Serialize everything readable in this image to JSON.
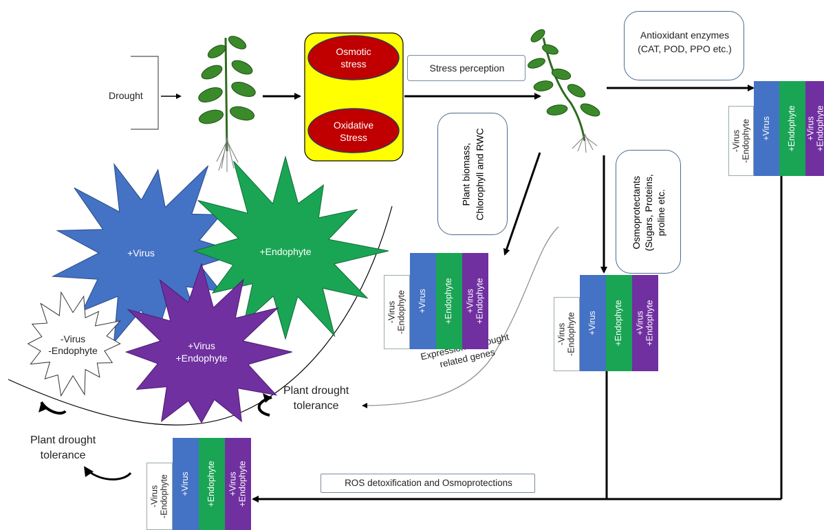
{
  "labels": {
    "drought": "Drought",
    "osmotic_stress": "Osmotic\nstress",
    "oxidative_stress": "Oxidative\nStress",
    "stress_perception": "Stress perception",
    "antioxidant_enzymes": "Antioxidant enzymes\n(CAT, POD, PPO etc.)",
    "plant_biomass": "Plant biomass,\nChlorophyll and RWC",
    "osmoprotectants": "Osmoprotectants\n(Sugars, Proteins,\nproline etc.",
    "expression_genes": "Expression of drought\nrelated genes",
    "plant_drought_tolerance_right": "Plant drought\ntolerance",
    "plant_drought_tolerance_left": "Plant drought\ntolerance",
    "ros_detox": "ROS detoxification and Osmoprotections"
  },
  "stars": {
    "virus": "+Virus",
    "endophyte": "+Endophyte",
    "neg": "-Virus\n-Endophyte",
    "both": "+Virus\n+Endophyte"
  },
  "bar_labels": {
    "control": "-Virus\n-Endophyte",
    "virus": "+Virus",
    "endophyte": "+Endophyte",
    "both": "+Virus\n+Endophyte"
  },
  "colors": {
    "blue": "#4472c4",
    "green": "#1aa555",
    "purple": "#7030a0",
    "red": "#c00000",
    "yellow": "#ffff00",
    "leaf": "#3a8a2a"
  }
}
